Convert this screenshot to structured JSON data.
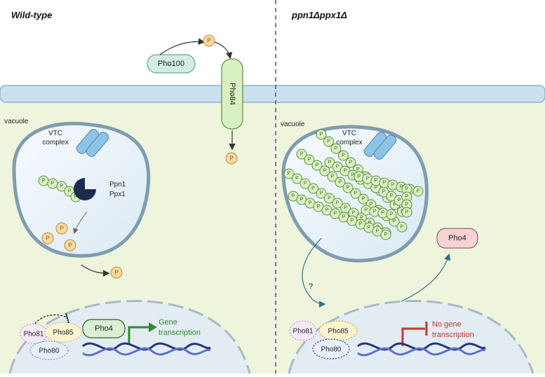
{
  "panels": {
    "left_title": "Wild-type",
    "right_title": "ppn1Δppx1Δ"
  },
  "labels": {
    "pho100": "Pho100",
    "pho84": "Pho84",
    "vacuole_left": "vacuole",
    "vacuole_right": "vacuole",
    "vtc_left_line1": "VTC",
    "vtc_left_line2": "complex",
    "vtc_right_line1": "VTC",
    "vtc_right_line2": "complex",
    "ppn1": "Ppn1",
    "ppx1": "Ppx1",
    "phosphate": "P",
    "pho81_left": "Pho81",
    "pho85_left": "Pho85",
    "pho80_left": "Pho80",
    "pho4_left": "Pho4",
    "gene_line1": "Gene",
    "gene_line2": "transcription",
    "pho81_right": "Pho81",
    "pho85_right": "Pho85",
    "pho80_right": "Pho80",
    "pho4_right": "Pho4",
    "question": "?",
    "nogene_line1": "No gene",
    "nogene_line2": "transcription"
  },
  "colors": {
    "cytoplasm": "#eef5dc",
    "membrane": "#c9e0ee",
    "vacuole_fill": "#eaf3fa",
    "vacuole_border": "#7f9cb1",
    "phosphate_fill": "#f7d9a2",
    "polyp_fill": "#d9f0c2",
    "pho4_right_fill": "#f6d2d2",
    "activate_arrow": "#2e8b2e",
    "inhibit_arrow": "#c0392b",
    "divider": "#6a4c93"
  }
}
